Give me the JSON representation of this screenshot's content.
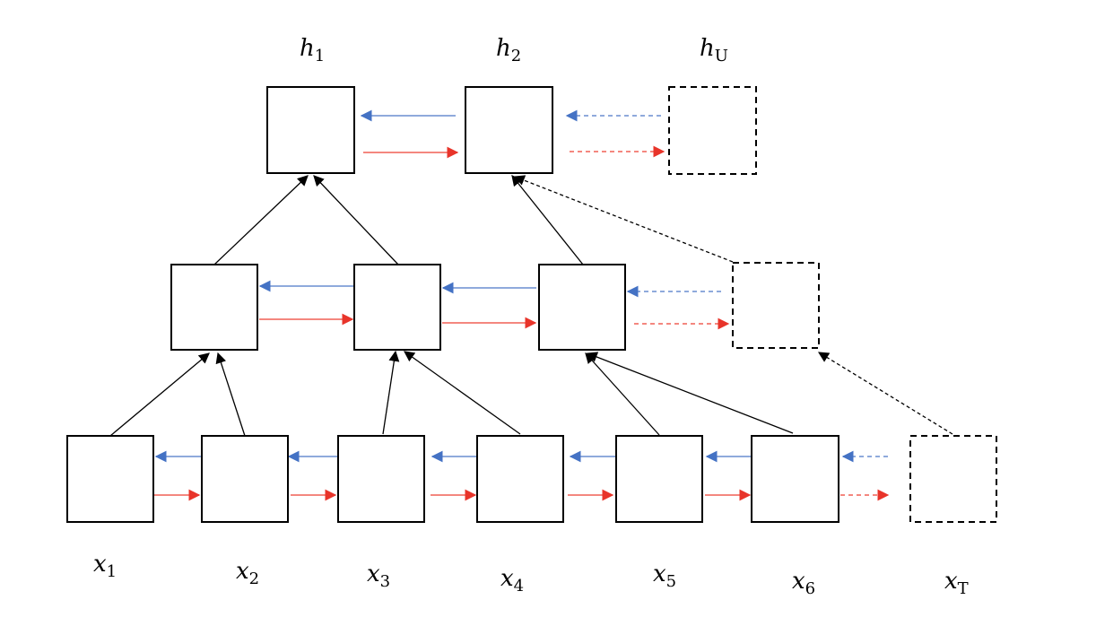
{
  "top_labels": [
    {
      "base": "h",
      "sub": "1"
    },
    {
      "base": "h",
      "sub": "2"
    },
    {
      "base": "h",
      "sub": "U"
    }
  ],
  "bottom_labels": [
    {
      "base": "x",
      "sub": "1"
    },
    {
      "base": "x",
      "sub": "2"
    },
    {
      "base": "x",
      "sub": "3"
    },
    {
      "base": "x",
      "sub": "4"
    },
    {
      "base": "x",
      "sub": "5"
    },
    {
      "base": "x",
      "sub": "6"
    },
    {
      "base": "x",
      "sub": "T"
    }
  ],
  "colors": {
    "backward_line": "#8FAADC",
    "backward_head": "#4472C4",
    "forward_line": "#F4877F",
    "forward_head": "#E8342A",
    "upward": "#000000"
  }
}
